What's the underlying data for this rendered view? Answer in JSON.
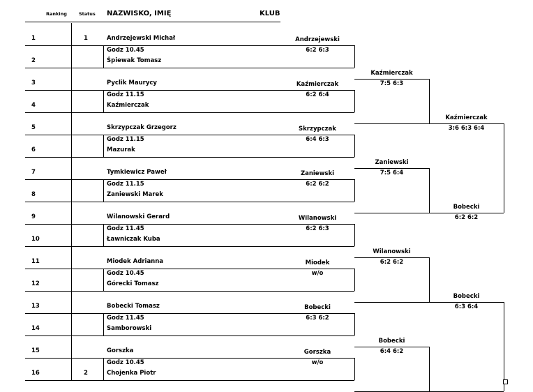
{
  "header": {
    "ranking": "Ranking",
    "status": "Status",
    "name": "NAZWISKO, IMIĘ",
    "club": "KLUB"
  },
  "players": [
    {
      "pos": "1",
      "status": "1",
      "name": "Andrzejewski Michał"
    },
    {
      "pos": "2",
      "status": "",
      "name": "Śpiewak Tomasz"
    },
    {
      "pos": "3",
      "status": "",
      "name": "Pyclik Maurycy"
    },
    {
      "pos": "4",
      "status": "",
      "name": "Kaźmierczak"
    },
    {
      "pos": "5",
      "status": "",
      "name": "Skrzypczak Grzegorz"
    },
    {
      "pos": "6",
      "status": "",
      "name": "Mazurak"
    },
    {
      "pos": "7",
      "status": "",
      "name": "Tymkiewicz Paweł"
    },
    {
      "pos": "8",
      "status": "",
      "name": "Zaniewski Marek"
    },
    {
      "pos": "9",
      "status": "",
      "name": "Wilanowski Gerard"
    },
    {
      "pos": "10",
      "status": "",
      "name": "Ławniczak Kuba"
    },
    {
      "pos": "11",
      "status": "",
      "name": "Miodek Adrianna"
    },
    {
      "pos": "12",
      "status": "",
      "name": "Górecki Tomasz"
    },
    {
      "pos": "13",
      "status": "",
      "name": "Bobecki Tomasz"
    },
    {
      "pos": "14",
      "status": "",
      "name": "Samborowski"
    },
    {
      "pos": "15",
      "status": "",
      "name": "Gorszka"
    },
    {
      "pos": "16",
      "status": "2",
      "name": "Chojenka Piotr"
    }
  ],
  "match_times": [
    "Godz 10.45",
    "Godz 11.15",
    "Godz 11.15",
    "Godz 11.15",
    "Godz 11.45",
    "Godz 10.45",
    "Godz 11.45",
    "Godz 10.45"
  ],
  "round1": [
    {
      "winner": "Andrzejewski",
      "score": "6:2  6:3"
    },
    {
      "winner": "Kaźmierczak",
      "score": "6:2  6:4"
    },
    {
      "winner": "Skrzypczak",
      "score": "6:4  6:3"
    },
    {
      "winner": "Zaniewski",
      "score": "6:2  6:2"
    },
    {
      "winner": "Wilanowski",
      "score": "6:2  6:3"
    },
    {
      "winner": "Miodek",
      "score": "w/o"
    },
    {
      "winner": "Bobecki",
      "score": "6:3  6:2"
    },
    {
      "winner": "Gorszka",
      "score": "w/o"
    }
  ],
  "round2": [
    {
      "winner": "Kaźmierczak",
      "score": "7:5  6:3"
    },
    {
      "winner": "Zaniewski",
      "score": "7:5  6:4"
    },
    {
      "winner": "Wilanowski",
      "score": "6:2  6:2"
    },
    {
      "winner": "Bobecki",
      "score": "6:4  6:2"
    }
  ],
  "round3": [
    {
      "winner": "Kaźmierczak",
      "score": "3:6 6:3 6:4"
    },
    {
      "winner": "Bobecki",
      "score": "6:3  6:4"
    }
  ],
  "round4": [
    {
      "winner": "Bobecki",
      "score": "6:2 6:2"
    }
  ]
}
